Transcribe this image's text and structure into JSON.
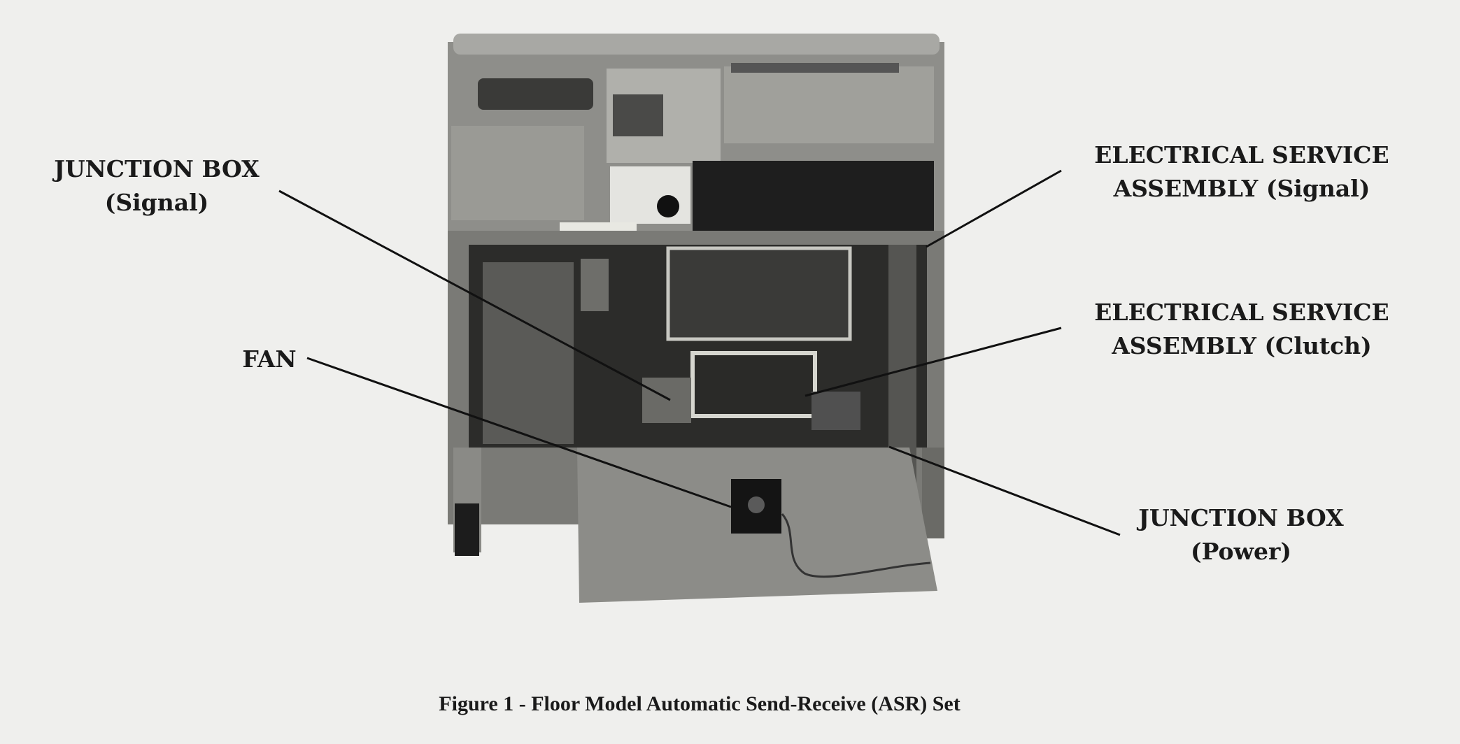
{
  "figure": {
    "caption": "Figure 1 - Floor Model Automatic Send-Receive (ASR) Set",
    "callouts": {
      "junction_box_signal": {
        "line1": "JUNCTION BOX",
        "line2": "(Signal)"
      },
      "fan": {
        "line1": "FAN"
      },
      "esa_signal": {
        "line1": "ELECTRICAL SERVICE",
        "line2": "ASSEMBLY (Signal)"
      },
      "esa_clutch": {
        "line1": "ELECTRICAL SERVICE",
        "line2": "ASSEMBLY (Clutch)"
      },
      "junction_box_power": {
        "line1": "JUNCTION BOX",
        "line2": "(Power)"
      }
    }
  }
}
